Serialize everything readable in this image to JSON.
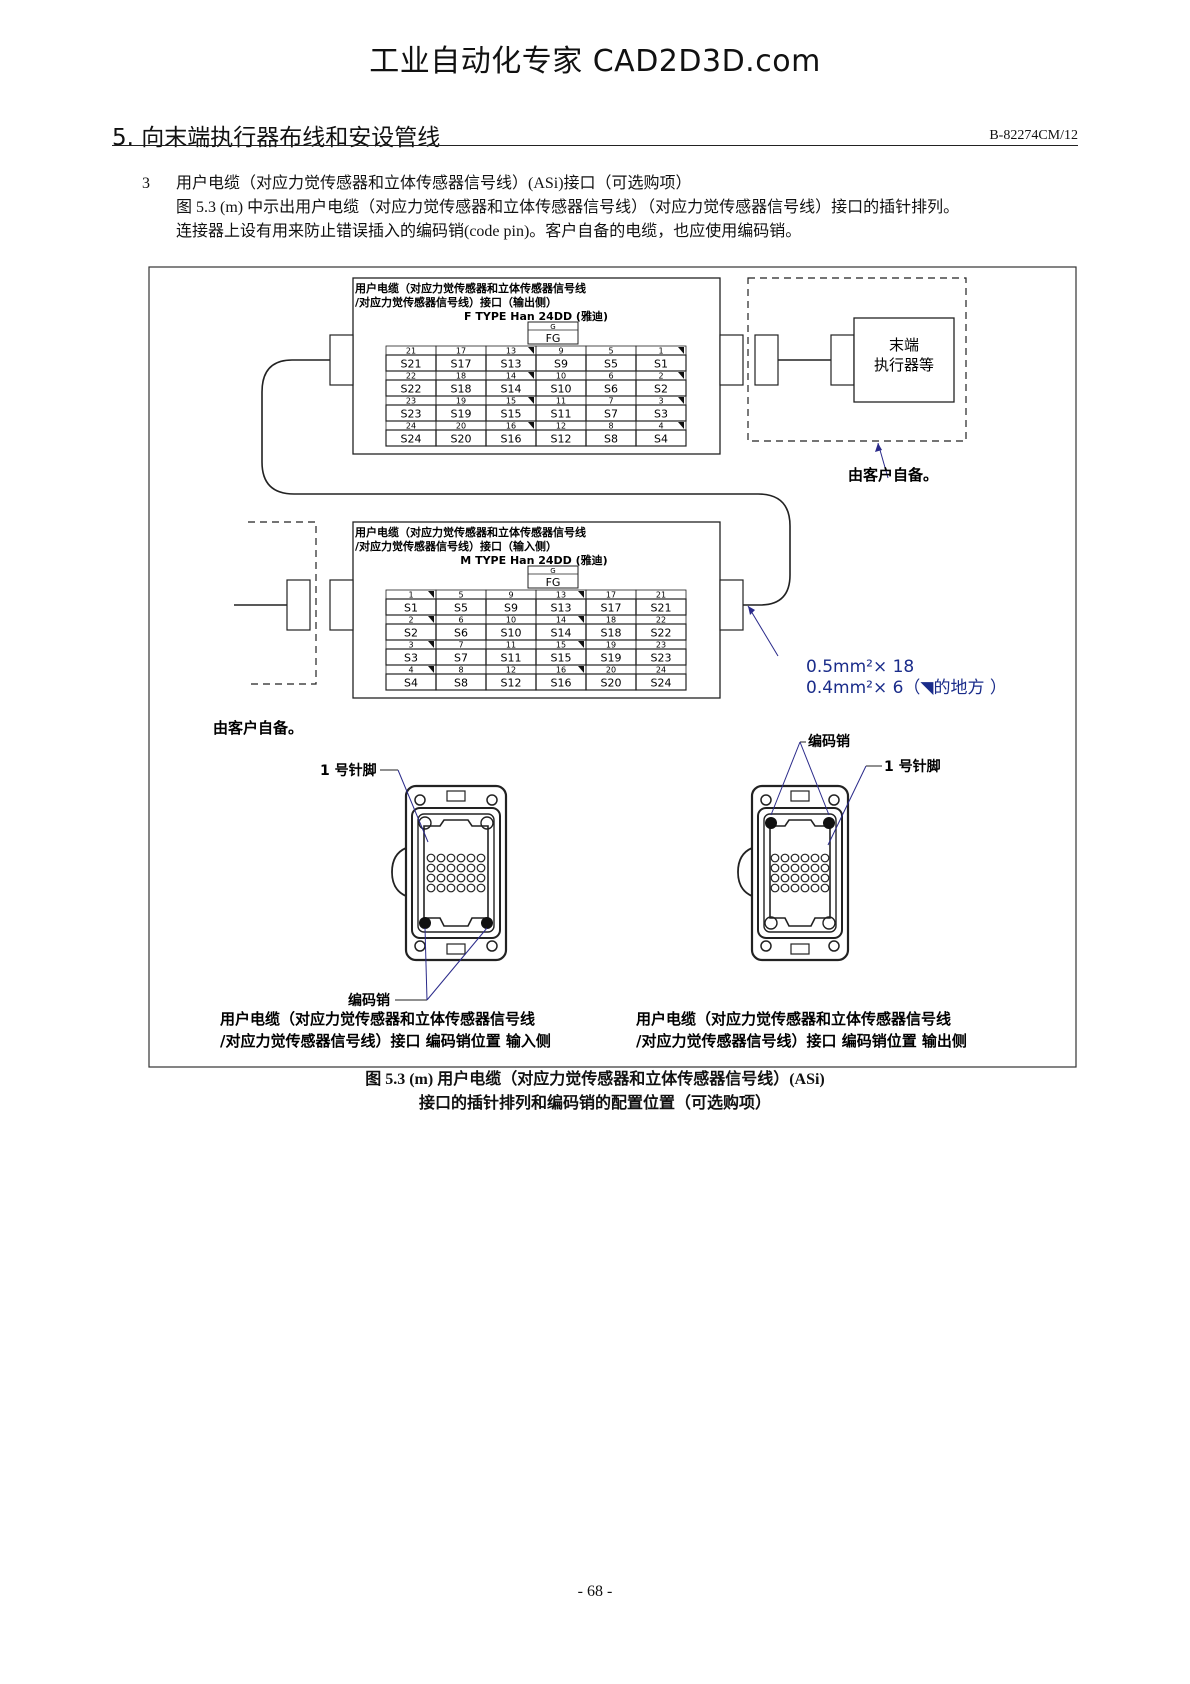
{
  "header": {
    "watermark": "工业自动化专家 CAD2D3D.com",
    "section_title": "5. 向末端执行器布线和安设管线",
    "doc_code": "B-82274CM/12"
  },
  "intro": {
    "item_number": "3",
    "line1": "用户电缆（对应力觉传感器和立体传感器信号线）(ASi)接口（可选购项）",
    "line2": "图 5.3 (m) 中示出用户电缆（对应力觉传感器和立体传感器信号线）（对应力觉传感器信号线）接口的插针排列。",
    "line3": "连接器上设有用来防止错误插入的编码销(code pin)。客户自备的电缆，也应使用编码销。"
  },
  "figure": {
    "output_box": {
      "title_line1": "用户电缆（对应力觉传感器和立体传感器信号线",
      "title_line2": "/对应力觉传感器信号线）接口（输出侧）",
      "type_label": "F TYPE Han  24DD (雅迪)",
      "g_label": "G",
      "fg_label": "FG",
      "rows": [
        [
          "21",
          "17",
          "13",
          "9",
          "5",
          "1"
        ],
        [
          "S21",
          "S17",
          "S13",
          "S9",
          "S5",
          "S1"
        ],
        [
          "22",
          "18",
          "14",
          "10",
          "6",
          "2"
        ],
        [
          "S22",
          "S18",
          "S14",
          "S10",
          "S6",
          "S2"
        ],
        [
          "23",
          "19",
          "15",
          "11",
          "7",
          "3"
        ],
        [
          "S23",
          "S19",
          "S15",
          "S11",
          "S7",
          "S3"
        ],
        [
          "24",
          "20",
          "16",
          "12",
          "8",
          "4"
        ],
        [
          "S24",
          "S20",
          "S16",
          "S12",
          "S8",
          "S4"
        ]
      ]
    },
    "input_box": {
      "title_line1": "用户电缆（对应力觉传感器和立体传感器信号线",
      "title_line2": "/对应力觉传感器信号线）接口（输入侧）",
      "type_label": "M TYPE Han  24DD (雅迪)",
      "g_label": "G",
      "fg_label": "FG",
      "rows": [
        [
          "1",
          "5",
          "9",
          "13",
          "17",
          "21"
        ],
        [
          "S1",
          "S5",
          "S9",
          "S13",
          "S17",
          "S21"
        ],
        [
          "2",
          "6",
          "10",
          "14",
          "18",
          "22"
        ],
        [
          "S2",
          "S6",
          "S10",
          "S14",
          "S18",
          "S22"
        ],
        [
          "3",
          "7",
          "11",
          "15",
          "19",
          "23"
        ],
        [
          "S3",
          "S7",
          "S11",
          "S15",
          "S19",
          "S23"
        ],
        [
          "4",
          "8",
          "12",
          "16",
          "20",
          "24"
        ],
        [
          "S4",
          "S8",
          "S12",
          "S16",
          "S20",
          "S24"
        ]
      ]
    },
    "end_effector_line1": "末端",
    "end_effector_line2": "执行器等",
    "customer_supplied_right": "由客户自备。",
    "customer_supplied_left": "由客户自备。",
    "wire_spec_line1": "0.5mm²× 18",
    "wire_spec_line2": "0.4mm²× 6（◥的地方 ）",
    "code_pin_label_left": "编码销",
    "code_pin_label_right": "编码销",
    "pin1_label_left": "1 号针脚",
    "pin1_label_right": "1 号针脚",
    "input_caption_line1": "用户电缆（对应力觉传感器和立体传感器信号线",
    "input_caption_line2": "/对应力觉传感器信号线）接口  编码销位置    输入侧",
    "output_caption_line1": "用户电缆（对应力觉传感器和立体传感器信号线",
    "output_caption_line2": "/对应力觉传感器信号线）接口  编码销位置    输出侧",
    "caption_line1": "图 5.3 (m) 用户电缆（对应力觉传感器和立体传感器信号线）(ASi)",
    "caption_line2": "接口的插针排列和编码销的配置位置（可选购项）"
  },
  "footer": {
    "page_number": "- 68 -"
  }
}
